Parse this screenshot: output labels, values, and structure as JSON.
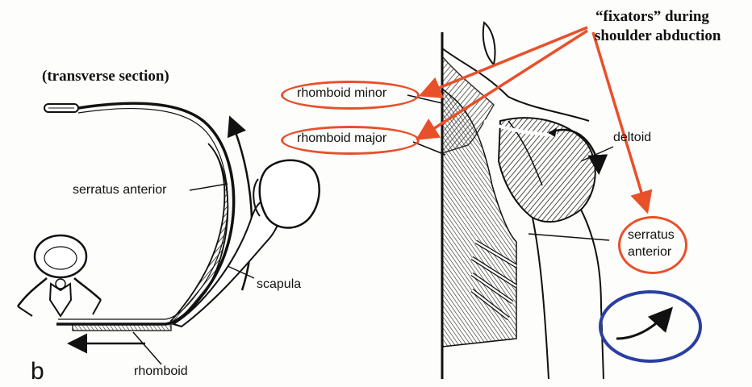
{
  "panel_label": "b",
  "left_title": "(transverse section)",
  "left_labels": {
    "serratus": "serratus anterior",
    "scapula": "scapula",
    "rhomboid": "rhomboid"
  },
  "right_title_line1": "“fixators” during",
  "right_title_line2": "shoulder abduction",
  "right_labels": {
    "rhomboid_minor": "rhomboid minor",
    "rhomboid_major": "rhomboid major",
    "deltoid": "deltoid",
    "serratus_line1": "serratus",
    "serratus_line2": "anterior"
  },
  "colors": {
    "highlight_orange": "#e8502a",
    "highlight_blue": "#2a3fa0",
    "ink": "#111111"
  }
}
